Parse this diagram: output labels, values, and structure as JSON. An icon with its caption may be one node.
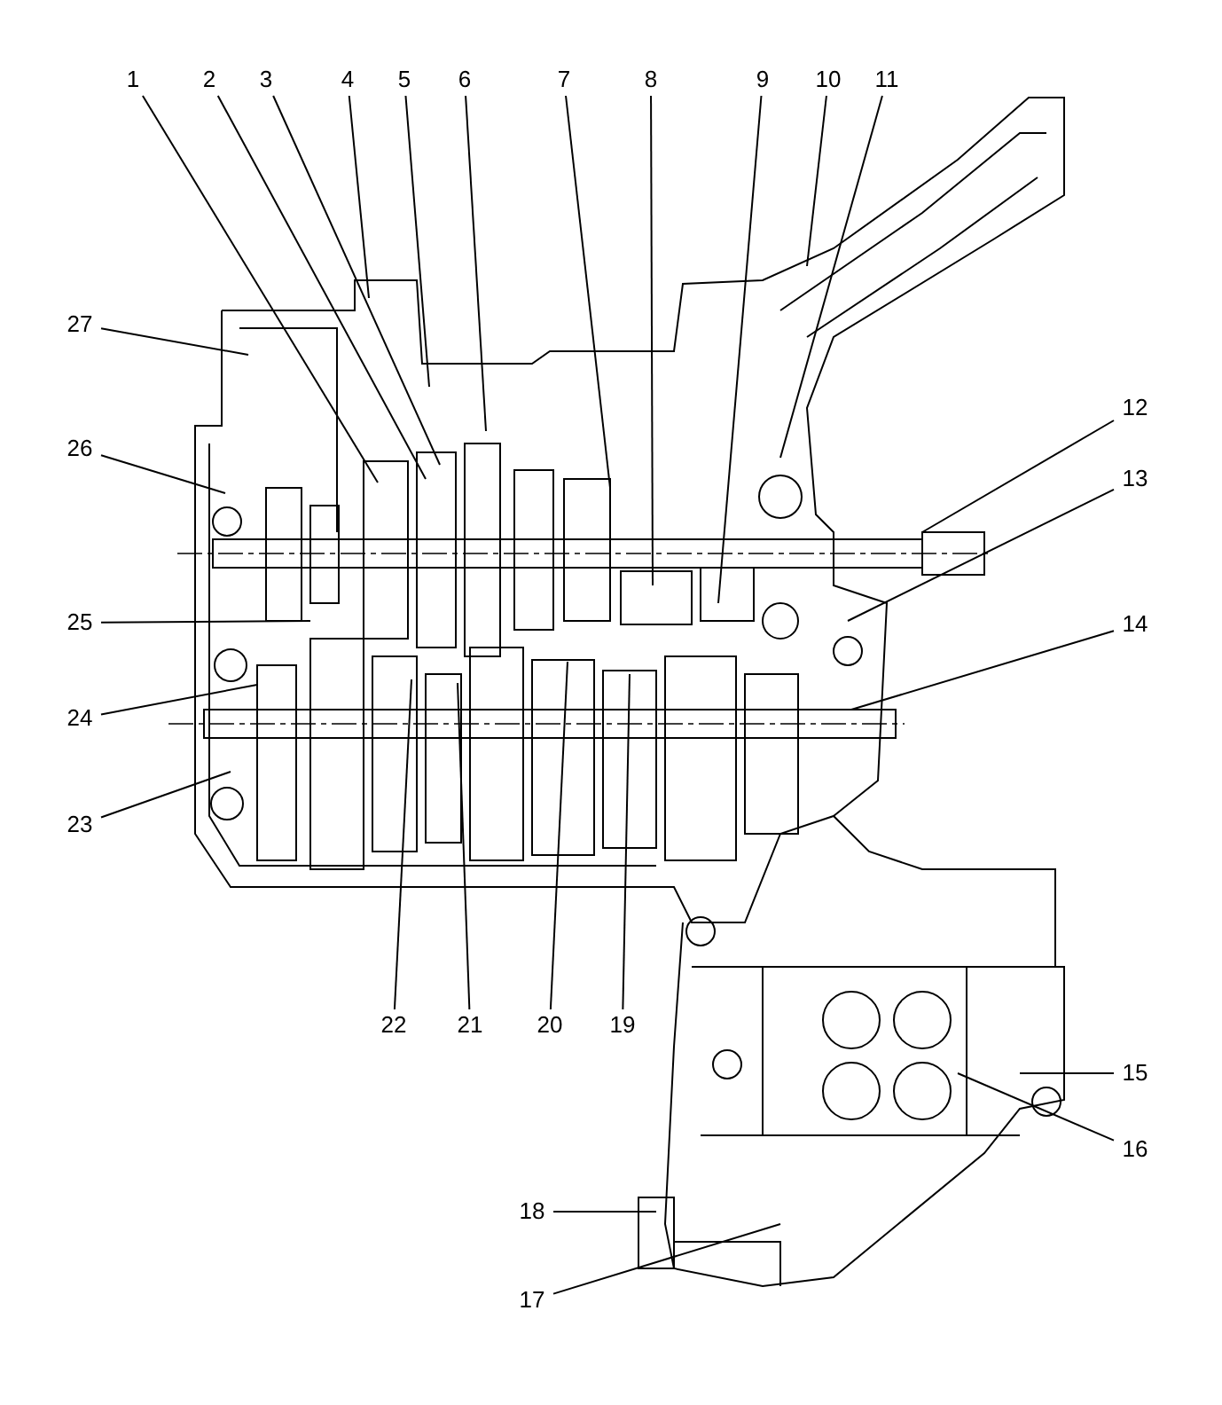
{
  "diagram": {
    "nodes": [
      {
        "text": [
          "1"
        ]
      },
      {
        "text": [
          "2"
        ]
      },
      {
        "text": [
          "3"
        ]
      },
      {
        "text": [
          "4"
        ]
      },
      {
        "text": [
          "5"
        ]
      },
      {
        "text": [
          "6"
        ]
      },
      {
        "text": [
          "7"
        ]
      },
      {
        "text": [
          "8"
        ]
      },
      {
        "text": [
          "9"
        ]
      },
      {
        "text": [
          "10"
        ]
      },
      {
        "text": [
          "11"
        ]
      },
      {
        "text": [
          "12"
        ]
      },
      {
        "text": [
          "13"
        ]
      },
      {
        "text": [
          "14"
        ]
      },
      {
        "text": [
          "15"
        ]
      },
      {
        "text": [
          "16"
        ]
      },
      {
        "text": [
          "17"
        ]
      },
      {
        "text": [
          "18"
        ]
      },
      {
        "text": [
          "19"
        ]
      },
      {
        "text": [
          "20"
        ]
      },
      {
        "text": [
          "21"
        ]
      },
      {
        "text": [
          "22"
        ]
      },
      {
        "text": [
          "23"
        ]
      },
      {
        "text": [
          "24"
        ]
      },
      {
        "text": [
          "25"
        ]
      },
      {
        "text": [
          "26"
        ]
      },
      {
        "text": [
          "27"
        ]
      }
    ],
    "edges": [
      {
        "from": 0,
        "to": null,
        "arrow": "none"
      },
      {
        "from": 1,
        "to": null,
        "arrow": "none"
      },
      {
        "from": 2,
        "to": null,
        "arrow": "none"
      },
      {
        "from": 3,
        "to": null,
        "arrow": "none"
      },
      {
        "from": 4,
        "to": null,
        "arrow": "none"
      },
      {
        "from": 5,
        "to": null,
        "arrow": "none"
      },
      {
        "from": 6,
        "to": null,
        "arrow": "none"
      },
      {
        "from": 7,
        "to": null,
        "arrow": "none"
      },
      {
        "from": 8,
        "to": null,
        "arrow": "none"
      },
      {
        "from": 9,
        "to": null,
        "arrow": "none"
      },
      {
        "from": 10,
        "to": null,
        "arrow": "none"
      },
      {
        "from": 11,
        "to": null,
        "arrow": "none"
      },
      {
        "from": 12,
        "to": null,
        "arrow": "none"
      },
      {
        "from": 13,
        "to": null,
        "arrow": "none"
      },
      {
        "from": 14,
        "to": null,
        "arrow": "none"
      },
      {
        "from": 15,
        "to": null,
        "arrow": "none"
      },
      {
        "from": 16,
        "to": null,
        "arrow": "none"
      },
      {
        "from": 17,
        "to": null,
        "arrow": "none"
      },
      {
        "from": 18,
        "to": null,
        "arrow": "none"
      },
      {
        "from": 19,
        "to": null,
        "arrow": "none"
      },
      {
        "from": 20,
        "to": null,
        "arrow": "none"
      },
      {
        "from": 21,
        "to": null,
        "arrow": "none"
      },
      {
        "from": 22,
        "to": null,
        "arrow": "none"
      },
      {
        "from": 23,
        "to": null,
        "arrow": "none"
      },
      {
        "from": 24,
        "to": null,
        "arrow": "none"
      },
      {
        "from": 25,
        "to": null,
        "arrow": "none"
      },
      {
        "from": 26,
        "to": null,
        "arrow": "none"
      }
    ]
  }
}
